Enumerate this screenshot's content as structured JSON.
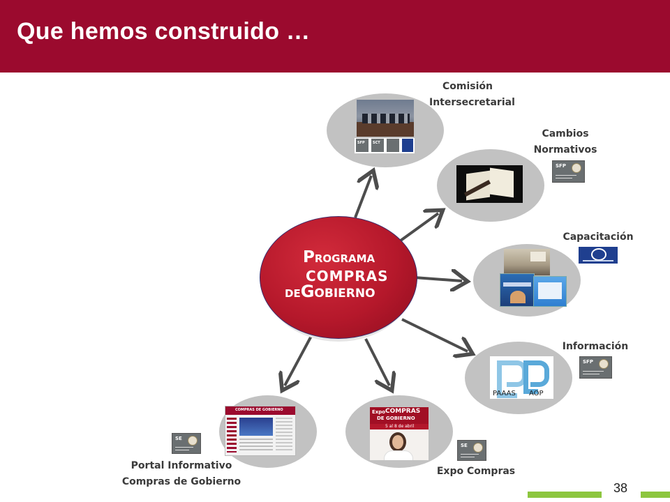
{
  "header": {
    "title": "Que hemos construido …",
    "background": "#9b0a2e"
  },
  "center": {
    "line1_cap": "P",
    "line1_rest": "ROGRAMA",
    "line2": "COMPRAS",
    "line3_de": "DE",
    "line3_cap": "G",
    "line3_rest": "OBIERNO",
    "color": "#b5182b"
  },
  "labels": {
    "comision_l1": "Comisión",
    "comision_l2": "Intersecretarial",
    "cambios_l1": "Cambios",
    "cambios_l2": "Normativos",
    "capacitacion": "Capacitación",
    "informacion": "Información",
    "portal_l1": "Portal Informativo",
    "portal_l2": "Compras de Gobierno",
    "expo": "Expo Compras"
  },
  "logos": {
    "sfp": "SFP",
    "se": "SE",
    "paaas": "PAAAS",
    "aop": "AOP",
    "sfp_small": "SFP",
    "sct": "SCT"
  },
  "expo_poster": {
    "expo_word": "Expo",
    "compras": "COMPRAS",
    "de_gobierno": "DE GOBIERNO",
    "dates": "5 al 8 de abril"
  },
  "portal_thumb": {
    "title": "COMPRAS DE GOBIERNO"
  },
  "page_number": "38",
  "colors": {
    "accent_green": "#8dc63f",
    "node_gray": "#c2c2c2",
    "arrow": "#4d4d4d"
  }
}
